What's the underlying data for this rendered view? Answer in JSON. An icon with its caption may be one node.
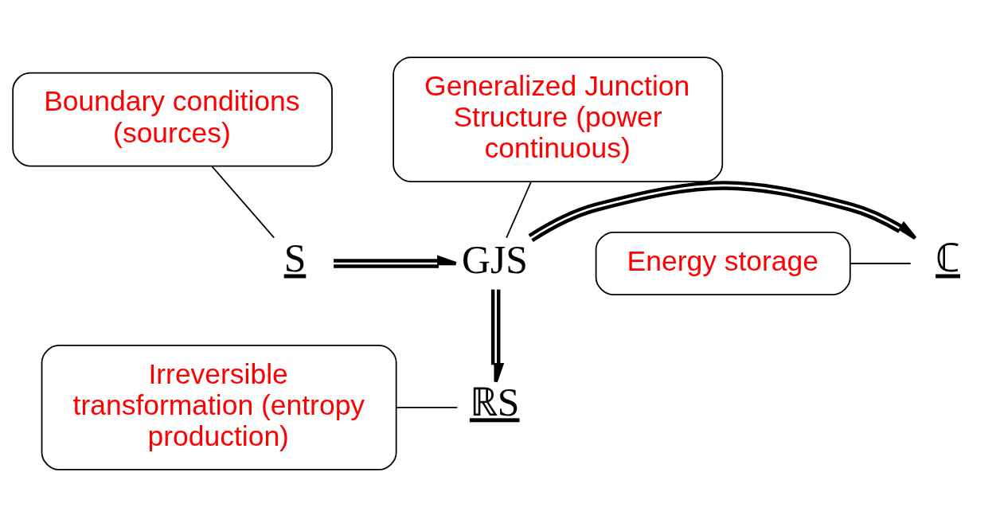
{
  "diagram": {
    "nodes": [
      {
        "text": [
          "Boundary conditions (sources)"
        ]
      },
      {
        "text": [
          "Generalized Junction Structure (power continuous)"
        ]
      },
      {
        "text": [
          "S"
        ]
      },
      {
        "text": [
          "GJS"
        ]
      },
      {
        "text": [
          "ℂ"
        ]
      },
      {
        "text": [
          "Energy storage"
        ]
      },
      {
        "text": [
          "ℝS"
        ]
      },
      {
        "text": [
          "Irreversible transformation (entropy production)"
        ]
      }
    ],
    "edges": [
      {
        "from": 0,
        "to": 2,
        "arrow": "none"
      },
      {
        "from": 1,
        "to": 3,
        "arrow": "none"
      },
      {
        "from": 2,
        "to": 3,
        "arrow": "to",
        "style": "thick"
      },
      {
        "from": 3,
        "to": 4,
        "arrow": "to",
        "style": "thick"
      },
      {
        "from": 5,
        "to": 4,
        "arrow": "none"
      },
      {
        "from": 3,
        "to": 6,
        "arrow": "to",
        "style": "thick"
      },
      {
        "from": 7,
        "to": 6,
        "arrow": "none"
      }
    ]
  }
}
